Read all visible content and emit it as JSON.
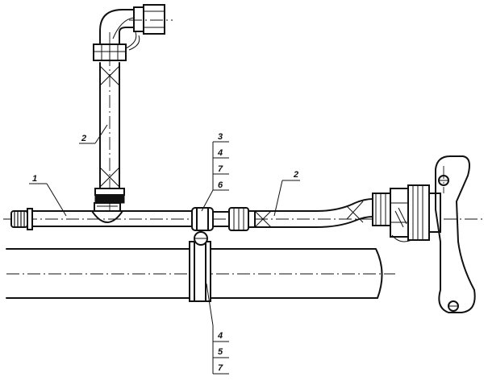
{
  "callouts": {
    "hose_label_top": "2",
    "hose_label_right": "2",
    "pipe_label": "1",
    "upper_stack": [
      "3",
      "4",
      "7",
      "6"
    ],
    "lower_stack": [
      "4",
      "5",
      "7"
    ]
  }
}
